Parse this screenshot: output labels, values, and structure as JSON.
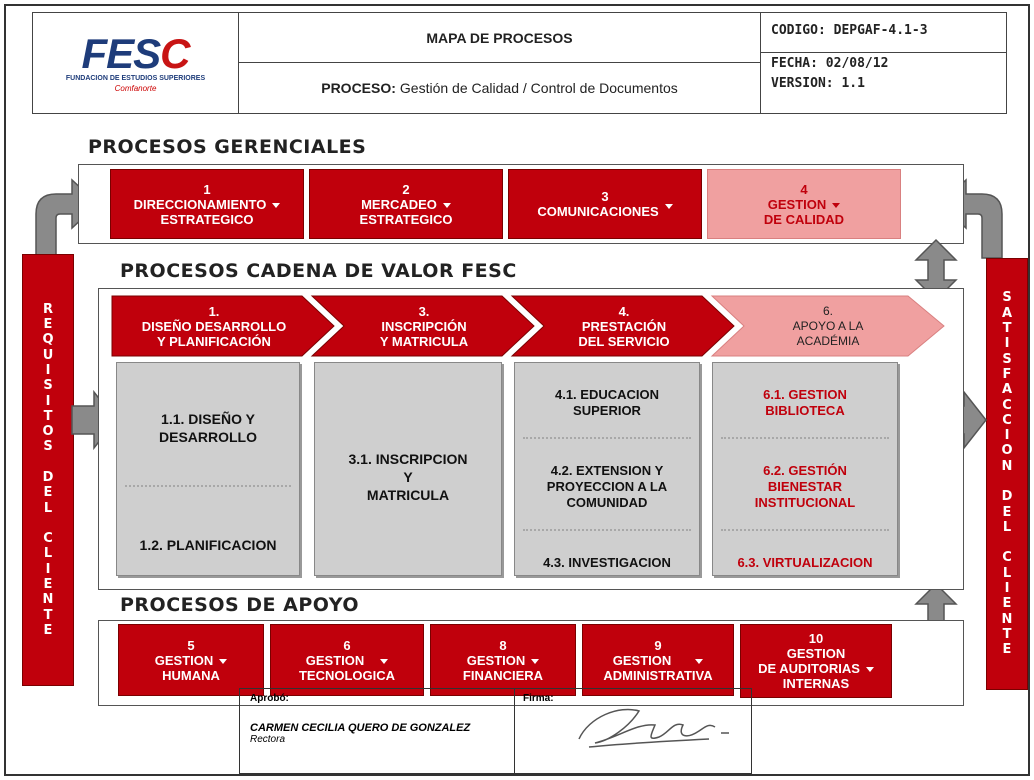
{
  "header": {
    "logo_text_a": "FES",
    "logo_text_b": "C",
    "logo_sub": "FUNDACION DE ESTUDIOS SUPERIORES",
    "logo_brand": "Comfanorte",
    "title": "MAPA DE PROCESOS",
    "process_label": "PROCESO:",
    "process_value": "Gestión de Calidad / Control de Documentos",
    "codigo": "CODIGO: DEPGAF-4.1-3",
    "fecha": "FECHA: 02/08/12",
    "version": "VERSION: 1.1"
  },
  "gerenciales": {
    "title": "PROCESOS GERENCIALES",
    "items": [
      {
        "num": "1",
        "l1": "DIRECCIONAMIENTO",
        "l2": "ESTRATEGICO"
      },
      {
        "num": "2",
        "l1": "MERCADEO",
        "l2": "ESTRATEGICO"
      },
      {
        "num": "3",
        "l1": "COMUNICACIONES",
        "l2": ""
      },
      {
        "num": "4",
        "l1": "GESTION",
        "l2": "DE CALIDAD"
      }
    ]
  },
  "cadena": {
    "title": "PROCESOS CADENA DE VALOR FESC",
    "arrows": [
      {
        "num": "1.",
        "l1": "DISEÑO DESARROLLO",
        "l2": "Y PLANIFICACIÓN"
      },
      {
        "num": "3.",
        "l1": "INSCRIPCIÓN",
        "l2": "Y  MATRICULA"
      },
      {
        "num": "4.",
        "l1": "PRESTACIÓN",
        "l2": "DEL SERVICIO"
      },
      {
        "num": "6.",
        "l1": "APOYO A LA",
        "l2": "ACADÉMIA"
      }
    ],
    "col1": {
      "a1": "1.1. DISEÑO Y",
      "a2": "DESARROLLO",
      "b": "1.2. PLANIFICACION"
    },
    "col2": {
      "a1": "3.1. INSCRIPCION",
      "a2": "Y",
      "a3": "MATRICULA"
    },
    "col3": {
      "a1": "4.1. EDUCACION",
      "a2": "SUPERIOR",
      "b1": "4.2. EXTENSION Y",
      "b2": "PROYECCION A LA",
      "b3": "COMUNIDAD",
      "c": "4.3. INVESTIGACION"
    },
    "col4": {
      "a1": "6.1. GESTION",
      "a2": "BIBLIOTECA",
      "b1": "6.2. GESTIÓN",
      "b2": "BIENESTAR",
      "b3": "INSTITUCIONAL",
      "c": "6.3. VIRTUALIZACION"
    }
  },
  "apoyo": {
    "title": "PROCESOS DE APOYO",
    "items": [
      {
        "num": "5",
        "l1": "GESTION",
        "l2": "HUMANA",
        "l3": ""
      },
      {
        "num": "6",
        "l1": "GESTION",
        "l2": "TECNOLOGICA",
        "l3": ""
      },
      {
        "num": "8",
        "l1": "GESTION",
        "l2": "FINANCIERA",
        "l3": ""
      },
      {
        "num": "9",
        "l1": "GESTION",
        "l2": "ADMINISTRATIVA",
        "l3": ""
      },
      {
        "num": "10",
        "l1": "GESTION",
        "l2": "DE AUDITORIAS",
        "l3": "INTERNAS"
      }
    ]
  },
  "left_bar": {
    "letters": [
      "R",
      "E",
      "Q",
      "U",
      "I",
      "S",
      "I",
      "T",
      "O",
      "S",
      "",
      "D",
      "E",
      "L",
      "",
      "C",
      "L",
      "I",
      "E",
      "N",
      "T",
      "E"
    ]
  },
  "right_bar": {
    "letters": [
      "S",
      "A",
      "T",
      "I",
      "S",
      "F",
      "A",
      "C",
      "C",
      "I",
      "O",
      "N",
      "",
      "D",
      "E",
      "L",
      "",
      "C",
      "L",
      "I",
      "E",
      "N",
      "T",
      "E"
    ]
  },
  "signature": {
    "aprobo_label": "Aprobó:",
    "name": "CARMEN  CECILIA QUERO DE GONZALEZ",
    "role": "Rectora",
    "firma_label": "Firma:"
  },
  "colors": {
    "primary_red": "#c0000c",
    "light_red": "#f0a0a0",
    "grey_panel": "#cfcfcf"
  }
}
